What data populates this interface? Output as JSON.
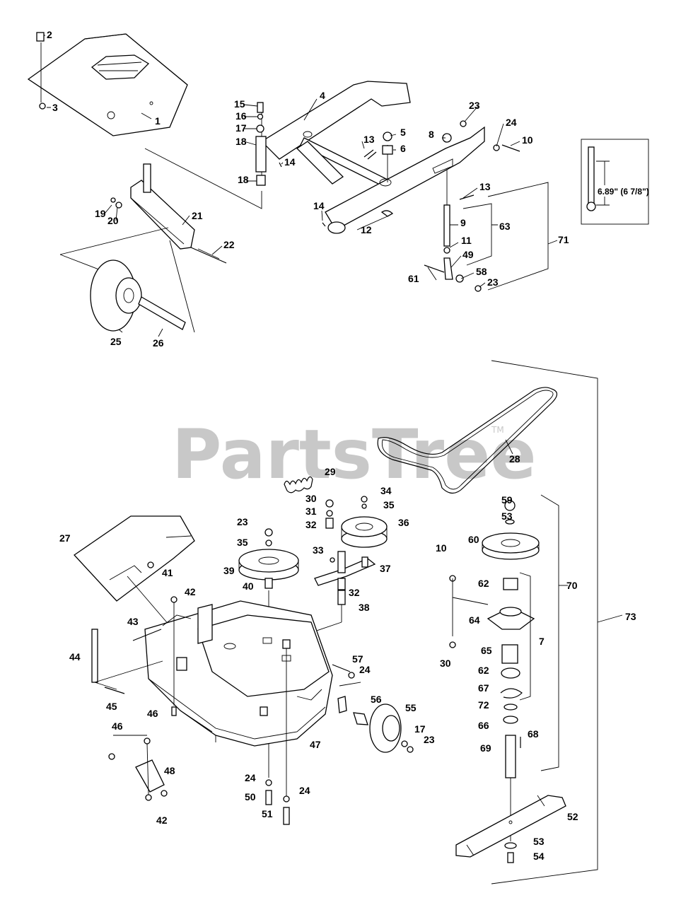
{
  "watermark": {
    "text": "PartsTree",
    "tm": "TM"
  },
  "inset": {
    "dimension": "6.89\" (6 7/8\")"
  },
  "callouts": {
    "c1": "1",
    "c2": "2",
    "c3": "3",
    "c4": "4",
    "c5": "5",
    "c6": "6",
    "c7": "7",
    "c8": "8",
    "c9": "9",
    "c10": "10",
    "c10b": "10",
    "c11": "11",
    "c12": "12",
    "c13": "13",
    "c13b": "13",
    "c14": "14",
    "c14b": "14",
    "c15": "15",
    "c16": "16",
    "c17": "17",
    "c17b": "17",
    "c18": "18",
    "c18b": "18",
    "c19": "19",
    "c20": "20",
    "c21": "21",
    "c22": "22",
    "c23a": "23",
    "c23b": "23",
    "c23c": "23",
    "c23d": "23",
    "c24a": "24",
    "c24b": "24",
    "c24c": "24",
    "c24d": "24",
    "c25": "25",
    "c26": "26",
    "c27": "27",
    "c28": "28",
    "c29": "29",
    "c30": "30",
    "c30b": "30",
    "c31": "31",
    "c32": "32",
    "c32b": "32",
    "c33": "33",
    "c34": "34",
    "c35": "35",
    "c35b": "35",
    "c36": "36",
    "c37": "37",
    "c38": "38",
    "c39": "39",
    "c40": "40",
    "c41": "41",
    "c42": "42",
    "c42b": "42",
    "c43": "43",
    "c44": "44",
    "c45": "45",
    "c46": "46",
    "c46b": "46",
    "c47": "47",
    "c48": "48",
    "c49": "49",
    "c50": "50",
    "c51": "51",
    "c52": "52",
    "c53": "53",
    "c53b": "53",
    "c54": "54",
    "c55": "55",
    "c56": "56",
    "c57": "57",
    "c58": "58",
    "c59": "59",
    "c60": "60",
    "c61": "61",
    "c62": "62",
    "c62b": "62",
    "c63": "63",
    "c64": "64",
    "c65": "65",
    "c66": "66",
    "c67": "67",
    "c68": "68",
    "c69": "69",
    "c70": "70",
    "c71": "71",
    "c72": "72",
    "c73": "73"
  }
}
